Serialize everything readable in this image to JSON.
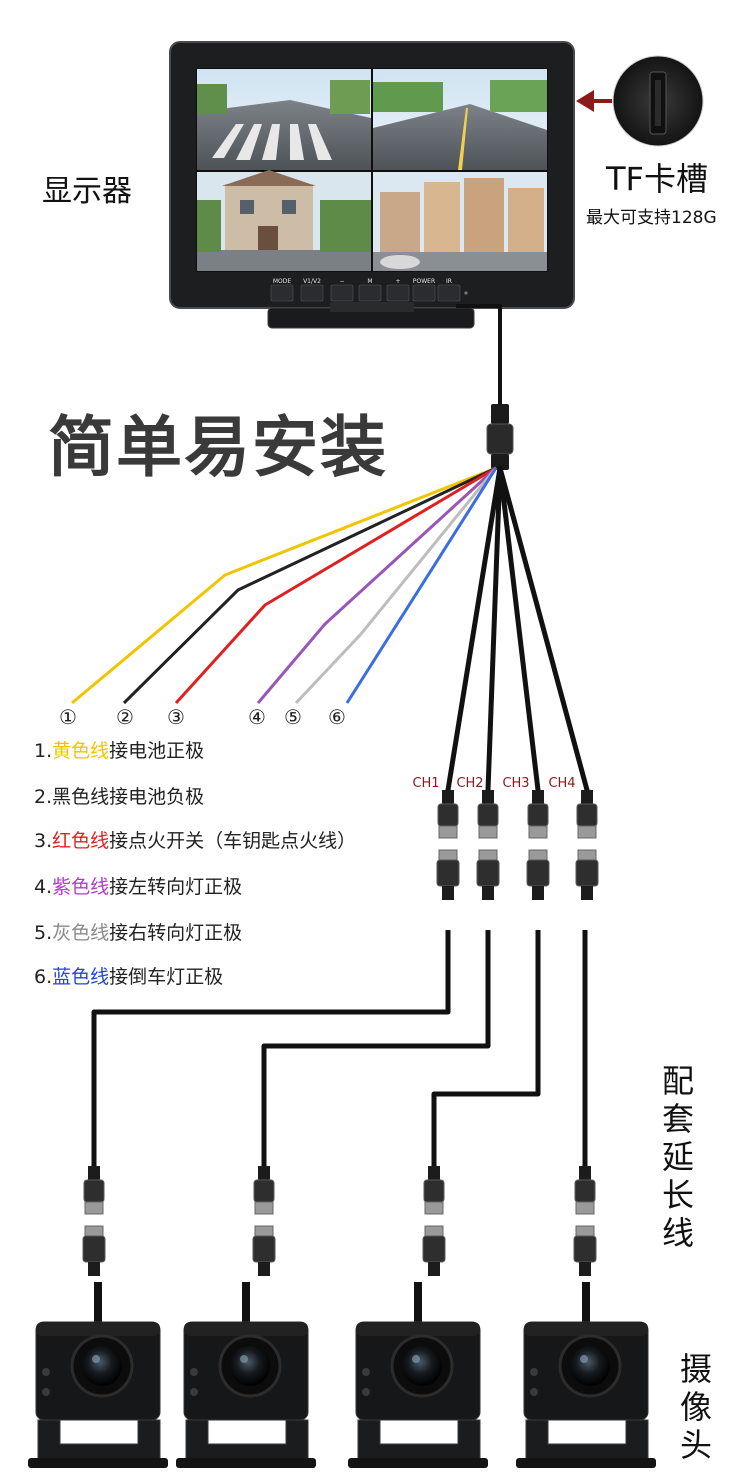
{
  "labels": {
    "monitor": "显示器",
    "tf_title": "TF卡槽",
    "tf_sub": "最大可支持128G",
    "headline": "简单易安装",
    "extension": [
      "配",
      "套",
      "延",
      "长",
      "线"
    ],
    "camera": [
      "摄",
      "像",
      "头"
    ]
  },
  "monitor_buttons": [
    "MODE",
    "V1/V2",
    "−",
    "M",
    "+",
    "POWER",
    "IR"
  ],
  "wire_numbers": [
    "①",
    "②",
    "③",
    "④",
    "⑤",
    "⑥"
  ],
  "channels": [
    "CH1",
    "CH2",
    "CH3",
    "CH4"
  ],
  "legend": [
    {
      "num": "1.",
      "color_name": "黄色线",
      "rest": "接电池正极",
      "color": "#f2c400"
    },
    {
      "num": "2.",
      "color_name": "黑色线",
      "rest": "接电池负极",
      "color": "#222222"
    },
    {
      "num": "3.",
      "color_name": "红色线",
      "rest": "接点火开关（车钥匙点火线）",
      "color": "#e02020"
    },
    {
      "num": "4.",
      "color_name": "紫色线",
      "rest": "接左转向灯正极",
      "color": "#b03cc8"
    },
    {
      "num": "5.",
      "color_name": "灰色线",
      "rest": "接右转向灯正极",
      "color": "#8a8a8a"
    },
    {
      "num": "6.",
      "color_name": "蓝色线",
      "rest": "接倒车灯正极",
      "color": "#2244dd"
    }
  ],
  "colors": {
    "yellow": "#f2c400",
    "black": "#222222",
    "red": "#e02020",
    "purple": "#9a55b8",
    "gray": "#bdbdbd",
    "blue": "#3a6ee0",
    "arrow": "#8b1a1a"
  }
}
